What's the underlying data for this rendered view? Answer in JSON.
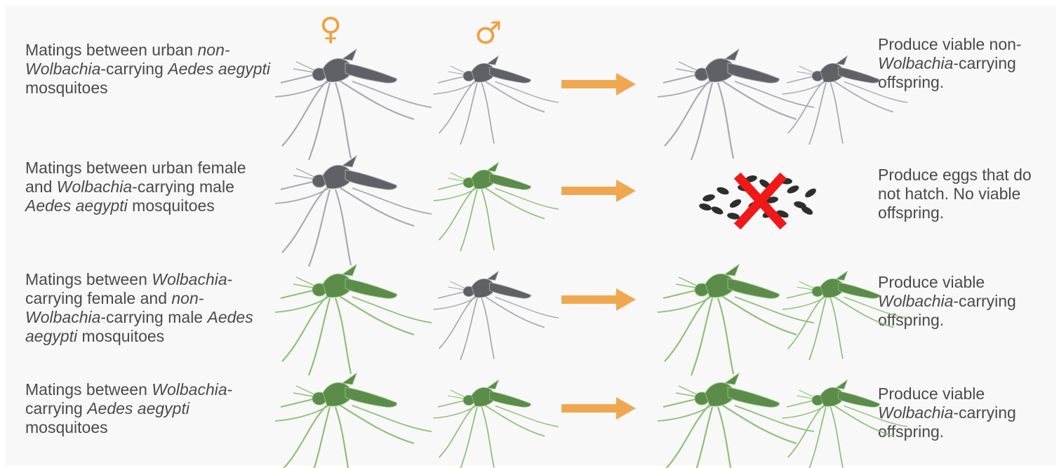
{
  "symbols": {
    "female": "♀",
    "male": "♂"
  },
  "colors": {
    "grey_mosquito": "#5f6167",
    "green_mosquito": "#5b8c4a",
    "arrow": "#f0a850",
    "cross": "#f01818",
    "egg": "#2e2e2e",
    "text": "#4a4a4a",
    "symbol": "#f0a040"
  },
  "rows": [
    {
      "mating_parts": [
        {
          "t": "Matings between urban ",
          "i": false
        },
        {
          "t": "non-Wolbachia",
          "i": true
        },
        {
          "t": "-carrying ",
          "i": false
        },
        {
          "t": "Aedes aegypti",
          "i": true
        },
        {
          "t": " mosquitoes",
          "i": false
        }
      ],
      "female": "grey",
      "male": "grey",
      "outcome": "offspring",
      "offspring": "grey",
      "result_parts": [
        {
          "t": "Produce viable non-",
          "i": false
        },
        {
          "t": "Wolbachia",
          "i": true
        },
        {
          "t": "-carrying offspring.",
          "i": false
        }
      ]
    },
    {
      "mating_parts": [
        {
          "t": "Matings between urban female and ",
          "i": false
        },
        {
          "t": "Wolbachia",
          "i": true
        },
        {
          "t": "-carrying male ",
          "i": false
        },
        {
          "t": "Aedes aegypti",
          "i": true
        },
        {
          "t": " mosquitoes",
          "i": false
        }
      ],
      "female": "grey",
      "male": "green",
      "outcome": "eggs",
      "offspring": "none",
      "result_parts": [
        {
          "t": "Produce eggs that do not hatch. No viable offspring.",
          "i": false
        }
      ]
    },
    {
      "mating_parts": [
        {
          "t": "Matings between ",
          "i": false
        },
        {
          "t": "Wolbachia",
          "i": true
        },
        {
          "t": "-carrying female and ",
          "i": false
        },
        {
          "t": "non-Wolbachia",
          "i": true
        },
        {
          "t": "-carrying male ",
          "i": false
        },
        {
          "t": "Aedes aegypti",
          "i": true
        },
        {
          "t": " mosquitoes",
          "i": false
        }
      ],
      "female": "green",
      "male": "grey",
      "outcome": "offspring",
      "offspring": "green",
      "result_parts": [
        {
          "t": "Produce viable ",
          "i": false
        },
        {
          "t": "Wolbachia",
          "i": true
        },
        {
          "t": "-carrying offspring.",
          "i": false
        }
      ]
    },
    {
      "mating_parts": [
        {
          "t": "Matings between ",
          "i": false
        },
        {
          "t": "Wolbachia",
          "i": true
        },
        {
          "t": "-carrying ",
          "i": false
        },
        {
          "t": "Aedes aegypti",
          "i": true
        },
        {
          "t": " mosquitoes",
          "i": false
        }
      ],
      "female": "green",
      "male": "green",
      "outcome": "offspring",
      "offspring": "green",
      "result_parts": [
        {
          "t": "Produce viable ",
          "i": false
        },
        {
          "t": "Wolbachia",
          "i": true
        },
        {
          "t": "-carrying offspring.",
          "i": false
        }
      ]
    }
  ]
}
